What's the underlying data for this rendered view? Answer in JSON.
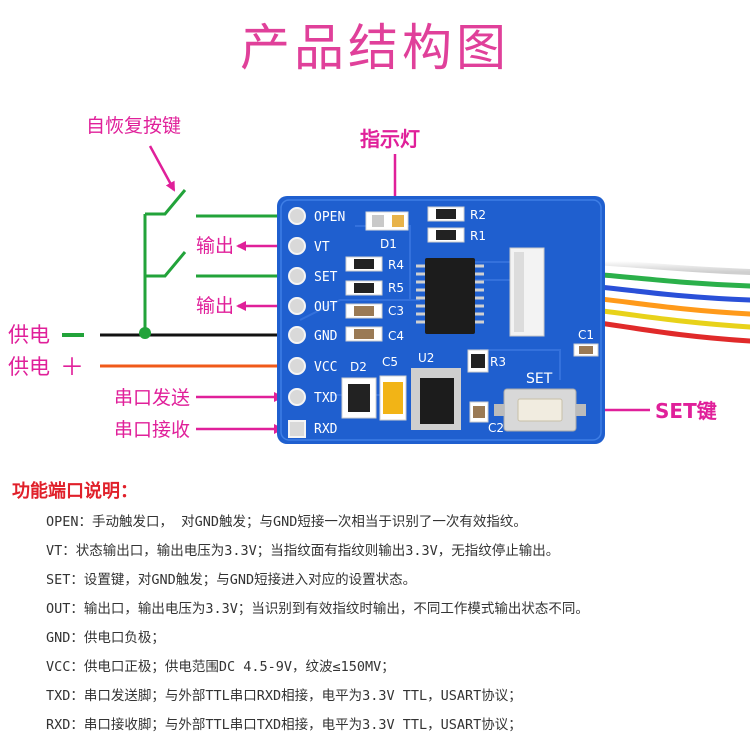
{
  "title": "产品结构图",
  "callouts": {
    "reset_button": "自恢复按键",
    "indicator": "指示灯",
    "output_vt": "输出",
    "output_out": "输出",
    "power_neg": "供电",
    "power_neg_sign": "－",
    "power_pos": "供电",
    "power_pos_sign": "＋",
    "serial_tx": "串口发送",
    "serial_rx": "串口接收",
    "set_key": "SET键"
  },
  "board": {
    "pins": [
      "OPEN",
      "VT",
      "SET",
      "OUT",
      "GND",
      "VCC",
      "TXD",
      "RXD"
    ],
    "silkscreen": {
      "r2": "R2",
      "r1": "R1",
      "d1": "D1",
      "r4": "R4",
      "r5": "R5",
      "c3": "C3",
      "c4": "C4",
      "d2": "D2",
      "c5": "C5",
      "u2": "U2",
      "r3": "R3",
      "c1": "C1",
      "set": "SET",
      "c2": "C2"
    }
  },
  "colors": {
    "title": "#e0409a",
    "callout": "#e0209a",
    "green_wire": "#22a33a",
    "black_wire": "#111111",
    "orange_wire": "#f05a1a",
    "board": "#1f5fcf",
    "section_title": "#e0202a"
  },
  "section_title": "功能端口说明：",
  "notes": [
    "OPEN：手动触发口， 对GND触发；与GND短接一次相当于识别了一次有效指纹。",
    "VT：状态输出口，输出电压为3.3V；当指纹面有指纹则输出3.3V，无指纹停止输出。",
    "SET：设置键，对GND触发；与GND短接进入对应的设置状态。",
    "OUT：输出口，输出电压为3.3V；当识别到有效指纹时输出，不同工作模式输出状态不同。",
    "GND：供电口负极；",
    "VCC：供电口正极；供电范围DC 4.5-9V，纹波≤150MV；",
    "TXD：串口发送脚；与外部TTL串口RXD相接，电平为3.3V TTL，USART协议；",
    "RXD：串口接收脚；与外部TTL串口TXD相接，电平为3.3V TTL，USART协议；"
  ]
}
